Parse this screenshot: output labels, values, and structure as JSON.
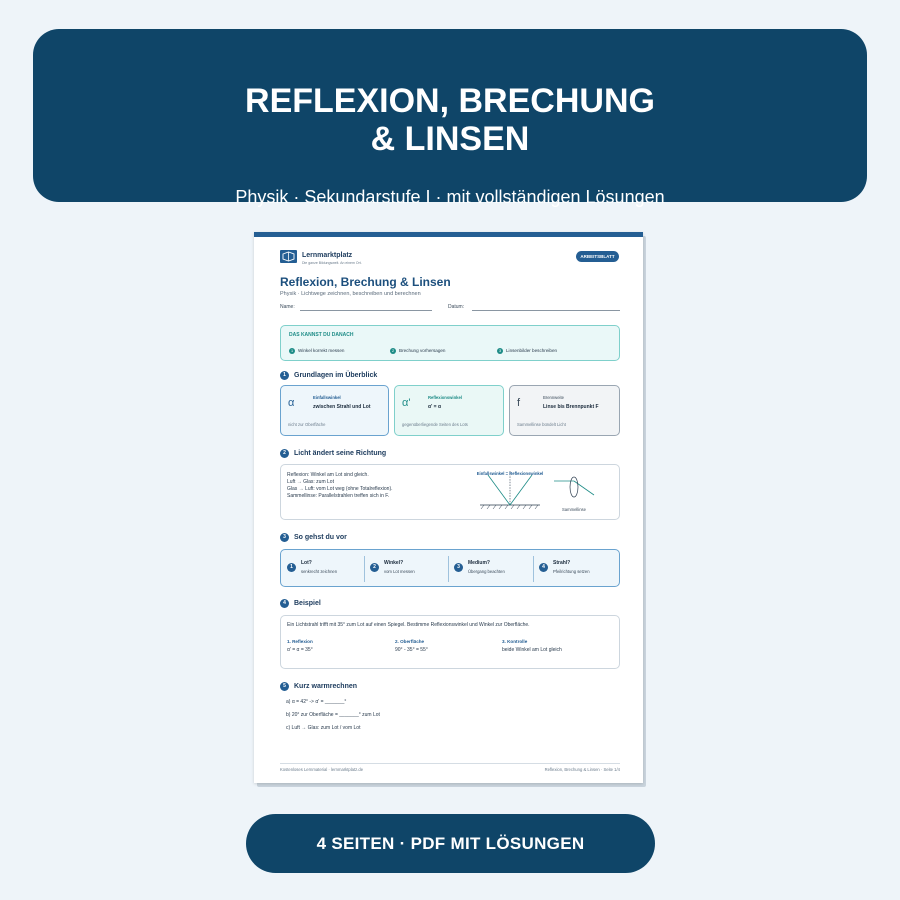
{
  "banner": {
    "title_line1": "REFLEXION, BRECHUNG",
    "title_line2": "& LINSEN",
    "subtitle": "Physik · Sekundarstufe I · mit vollständigen Lösungen"
  },
  "sheet": {
    "brand_name": "Lernmarktplatz",
    "brand_tagline": "Die ganze Bildungswelt. An einem Ort.",
    "badge": "ARBEITSBLATT",
    "title": "Reflexion, Brechung & Linsen",
    "subtitle": "Physik · Lichtwege zeichnen, beschreiben und berechnen",
    "name_label": "Name:",
    "date_label": "Datum:",
    "learn": {
      "title": "DAS KANNST DU DANACH",
      "items": [
        "Winkel korrekt messen",
        "Brechung vorhersagen",
        "Linsenbilder beschreiben"
      ]
    },
    "sections": [
      {
        "num": "1",
        "title": "Grundlagen im Überblick"
      },
      {
        "num": "2",
        "title": "Licht ändert seine Richtung"
      },
      {
        "num": "3",
        "title": "So gehst du vor"
      },
      {
        "num": "4",
        "title": "Beispiel"
      },
      {
        "num": "5",
        "title": "Kurz warmrechnen"
      }
    ],
    "cards": [
      {
        "symbol": "α",
        "label": "Einfallswinkel",
        "main": "zwischen Strahl und Lot",
        "note": "nicht zur Oberfläche"
      },
      {
        "symbol": "α'",
        "label": "Reflexionswinkel",
        "main": "α' = α",
        "note": "gegenüberliegende Seiten des Lots"
      },
      {
        "symbol": "f",
        "label": "Brennweite",
        "main": "Linse bis Brennpunkt F",
        "note": "Sammellinse bündelt Licht"
      }
    ],
    "rules": [
      "Reflexion: Winkel am Lot sind gleich.",
      "Luft → Glas: zum Lot",
      "Glas → Luft: vom Lot weg (ohne Totalreflexion).",
      "Sammellinse: Parallelstrahlen treffen sich in F."
    ],
    "diagram": {
      "reflection_label": "Einfallswinkel = Reflexionswinkel",
      "lens_label": "Sammellinse"
    },
    "steps": [
      {
        "num": "1",
        "title": "Lot?",
        "sub": "senkrecht zeichnen"
      },
      {
        "num": "2",
        "title": "Winkel?",
        "sub": "vom Lot messen"
      },
      {
        "num": "3",
        "title": "Medium?",
        "sub": "Übergang beachten"
      },
      {
        "num": "4",
        "title": "Strahl?",
        "sub": "Pfeilrichtung setzen"
      }
    ],
    "example": {
      "text": "Ein Lichtstrahl trifft mit 35° zum Lot auf einen Spiegel. Bestimme Reflexionswinkel und Winkel zur Oberfläche.",
      "cols": [
        {
          "head": "1. Reflexion",
          "body": "α' = α = 35°"
        },
        {
          "head": "2. Oberfläche",
          "body": "90° - 35° = 55°"
        },
        {
          "head": "3. Kontrolle",
          "body": "beide Winkel am Lot gleich"
        }
      ]
    },
    "exercises": [
      "a) α = 42° -> α' = _______°",
      "b) 20° zur Oberfläche = _______° zum Lot",
      "c) Luft → Glas: zum Lot / vom Lot"
    ],
    "footer_left": "Kostenloses Lernmaterial · lernmarktplatz.de",
    "footer_right": "Reflexion, Brechung & Linsen · Seite 1/4"
  },
  "bottom_pill": "4 SEITEN · PDF MIT LÖSUNGEN",
  "colors": {
    "navy": "#0f4568",
    "accent_blue": "#245e93",
    "teal": "#1e8c87"
  }
}
